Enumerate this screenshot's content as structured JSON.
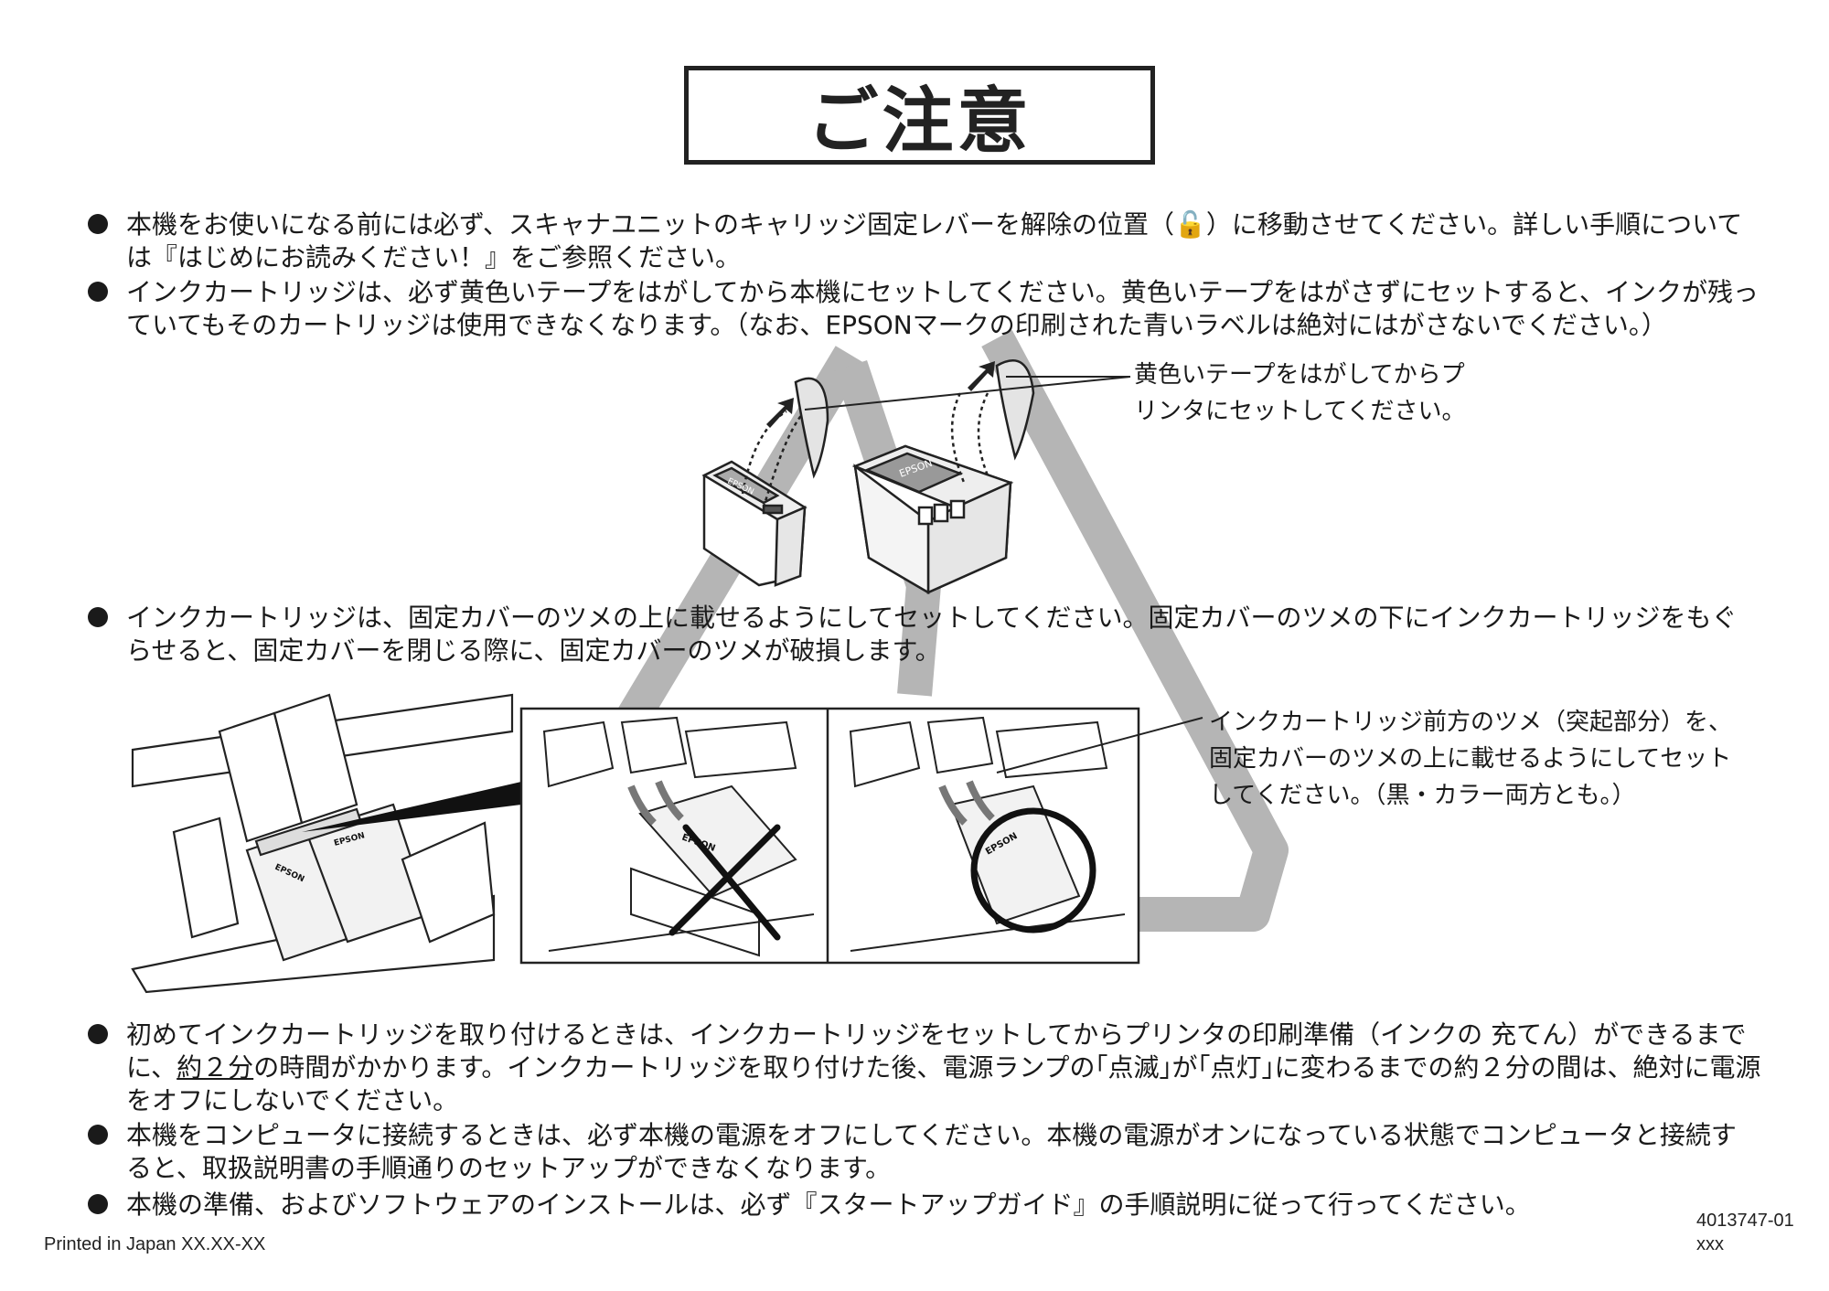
{
  "title": "ご注意",
  "notices": {
    "n1": "本機をお使いになる前には必ず、スキャナユニットのキャリッジ固定レバーを解除の位置（🔓）に移動させてください。詳しい手順については『はじめにお読みください！』をご参照ください。",
    "n2": "インクカートリッジは、必ず黄色いテープをはがしてから本機にセットしてください。黄色いテープをはがさずにセットすると、インクが残っていてもそのカートリッジは使用できなくなります。（なお、EPSONマークの印刷された青いラベルは絶対にはがさないでください。）",
    "n3": "インクカートリッジは、固定カバーのツメの上に載せるようにしてセットしてください。固定カバーのツメの下にインクカートリッジをもぐらせると、固定カバーを閉じる際に、固定カバーのツメが破損します。",
    "n4_before": "初めてインクカートリッジを取り付けるときは、インクカートリッジをセットしてからプリンタの印刷準備（インクの 充てん）ができるまでに、",
    "n4_underlined": "約２分",
    "n4_after": "の時間がかかります。インクカートリッジを取り付けた後、電源ランプの｢点滅｣が｢点灯｣に変わるまでの約２分の間は、絶対に電源をオフにしないでください。",
    "n5": "本機をコンピュータに接続するときは、必ず本機の電源をオフにしてください。本機の電源がオンになっている状態でコンピュータと接続すると、取扱説明書の手順通りのセットアップができなくなります。",
    "n6": "本機の準備、およびソフトウェアのインストールは、必ず『スタートアップガイド』の手順説明に従って行ってください。"
  },
  "callouts": {
    "tape_line1": "黄色いテープをはがしてからプ",
    "tape_line2": "リンタにセットしてください。",
    "tab_line1": "インクカートリッジ前方のツメ（突起部分）を、",
    "tab_line2": "固定カバーのツメの上に載せるようにしてセット",
    "tab_line3": "してください。（黒・カラー両方とも。）"
  },
  "labels": {
    "brand_small": "EPSON",
    "brand_large": "EPSON",
    "brand_printer_left": "EPSON",
    "brand_printer_right": "EPSON",
    "brand_wrong": "EPSON",
    "brand_right": "EPSON"
  },
  "footer": {
    "printed": "Printed in Japan XX.XX-XX",
    "code": "4013747-01",
    "code2": "xxx"
  },
  "colors": {
    "recycle_gray": "#b5b5b5",
    "ink": "#1a1a1a"
  }
}
